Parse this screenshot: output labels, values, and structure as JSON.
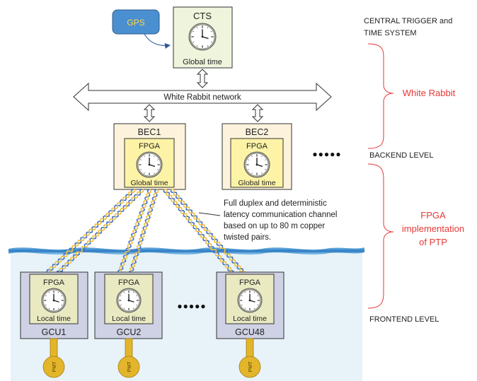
{
  "gps": {
    "label": "GPS"
  },
  "cts": {
    "title": "CTS",
    "clock_label": "Global time"
  },
  "network": {
    "label": "White Rabbit network"
  },
  "bec": [
    {
      "name": "BEC1",
      "fpga_label": "FPGA",
      "clock_label": "Global time"
    },
    {
      "name": "BEC2",
      "fpga_label": "FPGA",
      "clock_label": "Global time"
    }
  ],
  "gcu": [
    {
      "name": "GCU1",
      "fpga_label": "FPGA",
      "clock_label": "Local time",
      "pmt_label": "PMT"
    },
    {
      "name": "GCU2",
      "fpga_label": "FPGA",
      "clock_label": "Local time",
      "pmt_label": "PMT"
    },
    {
      "name": "GCU48",
      "fpga_label": "FPGA",
      "clock_label": "Local time",
      "pmt_label": "PMT"
    }
  ],
  "ellipsis": "●●●●●",
  "annotation": {
    "lines": [
      "Full duplex and deterministic",
      "latency communication channel",
      "based on up to 80 m copper",
      "twisted pairs."
    ]
  },
  "levels": {
    "central_line1": "CENTRAL TRIGGER and",
    "central_line2": "TIME SYSTEM",
    "backend": "BACKEND LEVEL",
    "frontend": "FRONTEND LEVEL"
  },
  "braces": {
    "white_rabbit": "White Rabbit",
    "fpga_line1": "FPGA",
    "fpga_line2": "implementation",
    "fpga_line3": "of PTP"
  },
  "colors": {
    "gps_fill": "#4a8fd0",
    "gps_text": "#ffd84a",
    "cts_fill": "#eef5dc",
    "bec_fill": "#fdf3dc",
    "fpga_fill": "#fdf3a6",
    "gcu_fill": "#cfd2e4",
    "water": "#e7f3f8",
    "wave": "#2c7bc4",
    "pmt": "#e3b52b",
    "red": "#e53935",
    "cable_blue": "#4472c4",
    "cable_yellow": "#f0c040"
  }
}
